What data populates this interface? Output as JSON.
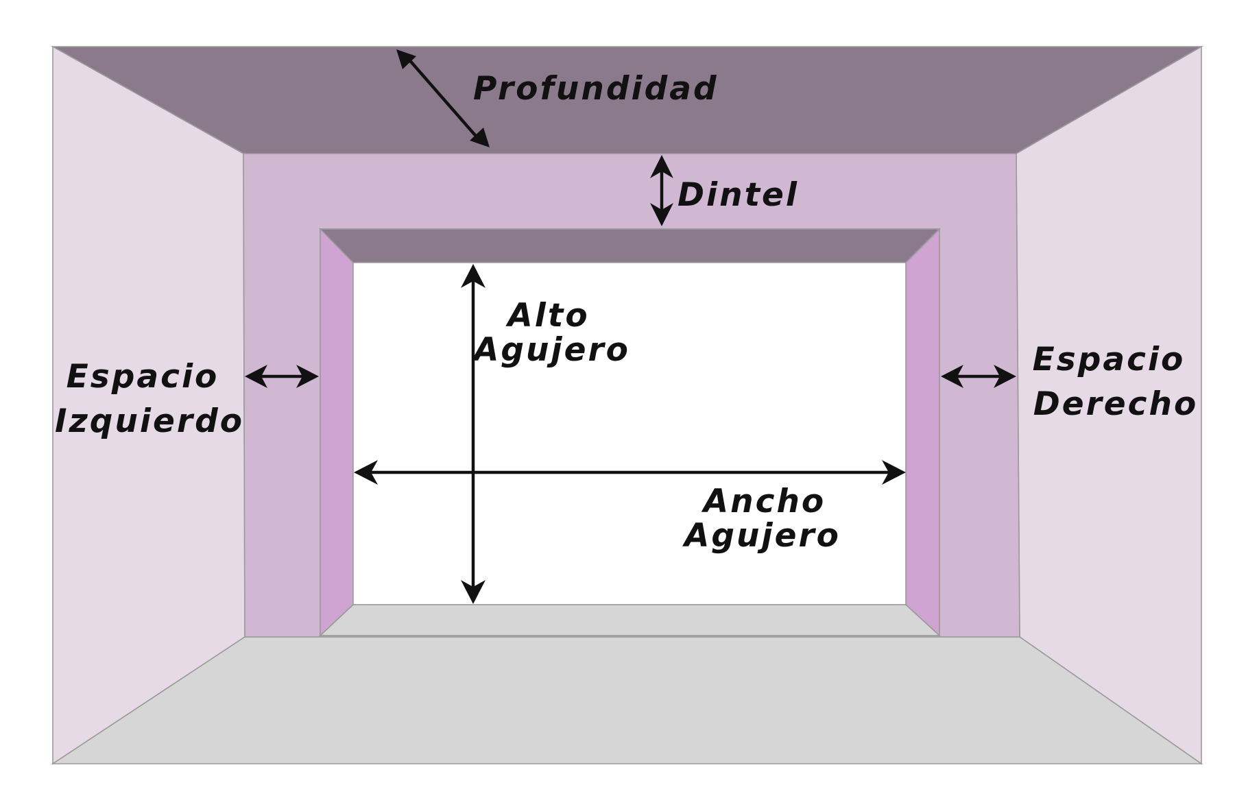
{
  "labels": {
    "profundidad": "Profundidad",
    "dintel": "Dintel",
    "alto_agujero_line1": "Alto",
    "alto_agujero_line2": "Agujero",
    "ancho_agujero_line1": "Ancho",
    "ancho_agujero_line2": "Agujero",
    "espacio_izquierdo_line1": "Espacio",
    "espacio_izquierdo_line2": "Izquierdo",
    "espacio_derecho_line1": "Espacio",
    "espacio_derecho_line2": "Derecho"
  },
  "colors": {
    "ceiling": "#8b7a8c",
    "side_walls": "#e6dae6",
    "back_wall_frame": "#d0b8d3",
    "opening_jambs": "#cfa4d2",
    "opening_top": "#8b7a8c",
    "floor": "#d6d6d6",
    "opening": "#ffffff",
    "text_and_arrows": "#111111"
  }
}
